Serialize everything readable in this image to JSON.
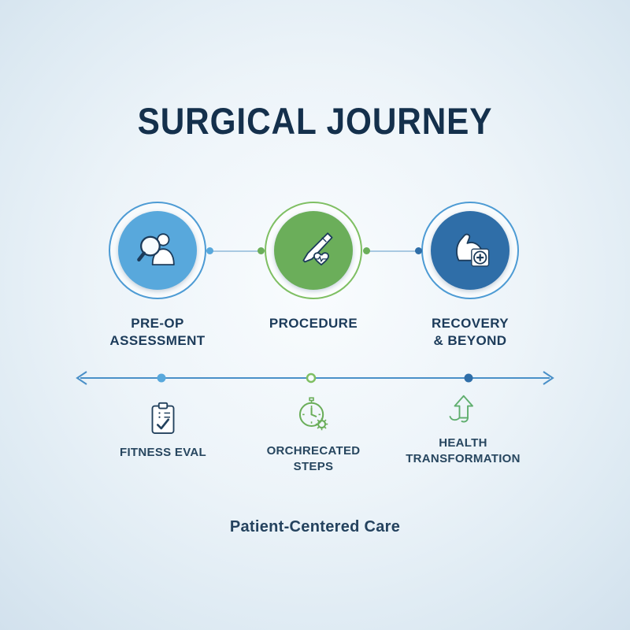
{
  "title": "SURGICAL JOURNEY",
  "footer": "Patient-Centered Care",
  "colors": {
    "navy_text": "#14304C",
    "stage_blue": "#58A8DC",
    "stage_blue_ring": "#4D9BD4",
    "stage_green": "#6BAE5A",
    "stage_green_ring": "#7FBF63",
    "stage_blue_dark": "#2F6EA8",
    "timeline_line": "#4A90C8",
    "background_center": "#F9FCFE",
    "background_edge": "#D2E1ED"
  },
  "stages": [
    {
      "label": "PRE-OP\nASSESSMENT",
      "icon": "person-magnifier-icon",
      "color": "blue"
    },
    {
      "label": "PROCEDURE",
      "icon": "scalpel-heart-icon",
      "color": "green"
    },
    {
      "label": "RECOVERY\n& BEYOND",
      "icon": "flex-arm-medical-cross-icon",
      "color": "blue-dark"
    }
  ],
  "substeps": [
    {
      "label": "FITNESS EVAL",
      "icon": "clipboard-check-icon"
    },
    {
      "label": "ORCHRECATED\nSTEPS",
      "icon": "stopwatch-gear-icon"
    },
    {
      "label": "HEALTH\nTRANSFORMATION",
      "icon": "arrow-up-icon"
    }
  ]
}
